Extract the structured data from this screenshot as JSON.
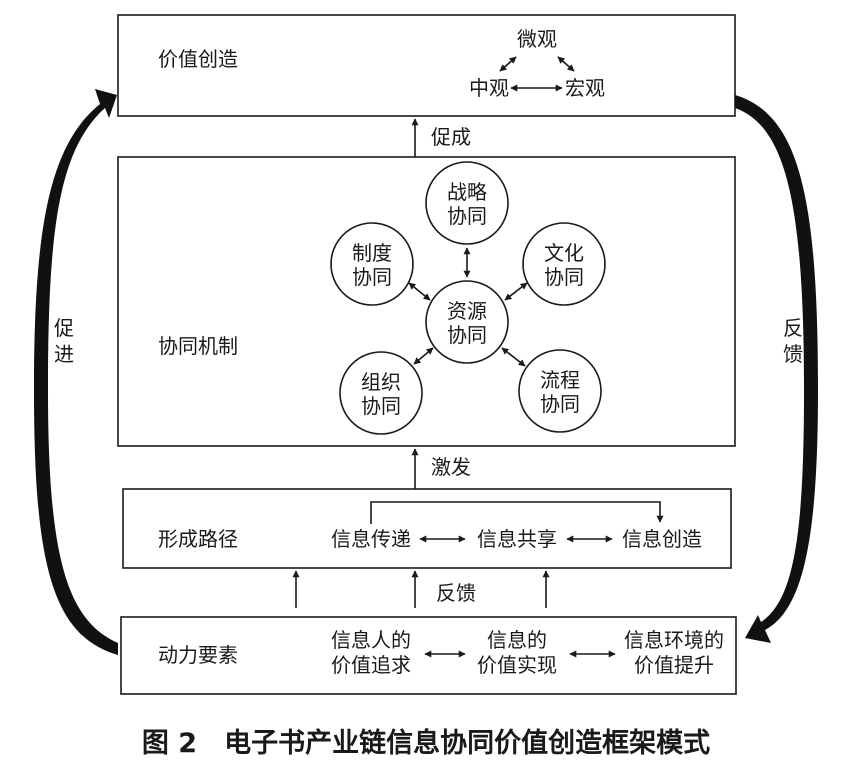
{
  "value_creation": {
    "label": "价值创造",
    "micro": "微观",
    "meso": "中观",
    "macro": "宏观"
  },
  "promote_up": "促成",
  "mechanism": {
    "label": "协同机制",
    "strategy": [
      "战略",
      "协同"
    ],
    "culture": [
      "文化",
      "协同"
    ],
    "system": [
      "制度",
      "协同"
    ],
    "resource": [
      "资源",
      "协同"
    ],
    "organization": [
      "组织",
      "协同"
    ],
    "process": [
      "流程",
      "协同"
    ]
  },
  "stimulate_up": "激发",
  "path": {
    "label": "形成路径",
    "transfer": "信息传递",
    "share": "信息共享",
    "create": "信息创造"
  },
  "feedback_mid": "反馈",
  "drivers": {
    "label": "动力要素",
    "pursuit": [
      "信息人的",
      "价值追求"
    ],
    "realize": [
      "信息的",
      "价值实现"
    ],
    "upgrade": [
      "信息环境的",
      "价值提升"
    ]
  },
  "left_side": [
    "促",
    "进"
  ],
  "right_side": [
    "反",
    "馈"
  ],
  "caption": "图 2　电子书产业链信息协同价值创造框架模式"
}
